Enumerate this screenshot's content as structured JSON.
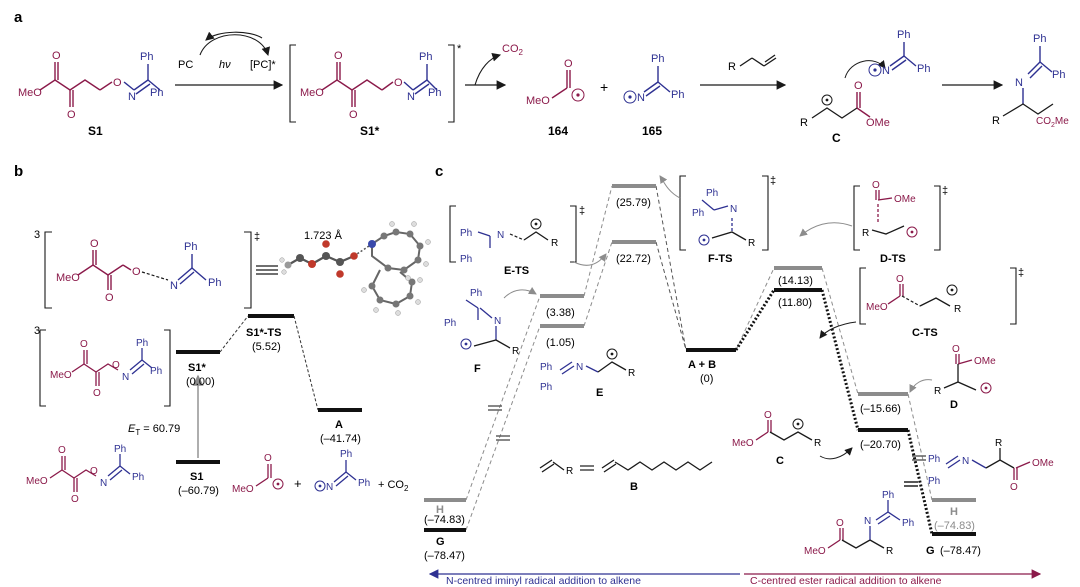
{
  "panels": {
    "a": "a",
    "b": "b",
    "c": "c"
  },
  "panel_a": {
    "s1": "S1",
    "s1_star": "S1*",
    "pc": "PC",
    "pc_star": "[PC]*",
    "hv": "hν",
    "co2": "CO",
    "co2_sub": "2",
    "plus": "+",
    "c164": "164",
    "c165": "165",
    "c": "C",
    "meo": "MeO",
    "ome": "OMe",
    "co2me": "CO",
    "co2me_sub": "2",
    "co2me_tail": "Me",
    "ph": "Ph",
    "n": "N",
    "o": "O",
    "r": "R"
  },
  "panel_b": {
    "three": "3",
    "ts_ddagger": "‡",
    "bond_length": "1.723 Å",
    "s1star_label": "S1*",
    "s1star_val": "(0.00)",
    "s1ts_label": "S1*-TS",
    "s1ts_val": "(5.52)",
    "a_label": "A",
    "a_val": "(–41.74)",
    "s1_label": "S1",
    "s1_val": "(–60.79)",
    "et_label": "E",
    "et_sub": "T",
    "et_val": " = 60.79",
    "plus": "+",
    "co2": "+ CO",
    "co2_sub": "2"
  },
  "panel_c": {
    "levels": {
      "e_ts": "(25.79)",
      "f_ts": "(22.72)",
      "e_ts_low": "(3.38)",
      "e": "(1.05)",
      "ab_label": "A + B",
      "ab_val": "(0)",
      "d_ts": "(14.13)",
      "c_ts": "(11.80)",
      "d": "(–15.66)",
      "c": "(–20.70)",
      "h_left": "(–74.83)",
      "g_left": "(–78.47)",
      "h_right": "(–74.83)",
      "g_right": "(–78.47)",
      "h_label": "H",
      "g_label": "G"
    },
    "struct_labels": {
      "ets": "E-TS",
      "fts": "F-TS",
      "dts": "D-TS",
      "cts": "C-TS",
      "f": "F",
      "e": "E",
      "d": "D",
      "c": "C",
      "b": "B",
      "ddagger": "‡"
    },
    "footer_left": "N-centred iminyl radical addition to alkene",
    "footer_right": "C-centred ester radical addition to alkene"
  },
  "colors": {
    "blue": "#2e3192",
    "magenta": "#8b1a4a",
    "gray": "#8c8c8c",
    "black": "#1a1a1a"
  }
}
